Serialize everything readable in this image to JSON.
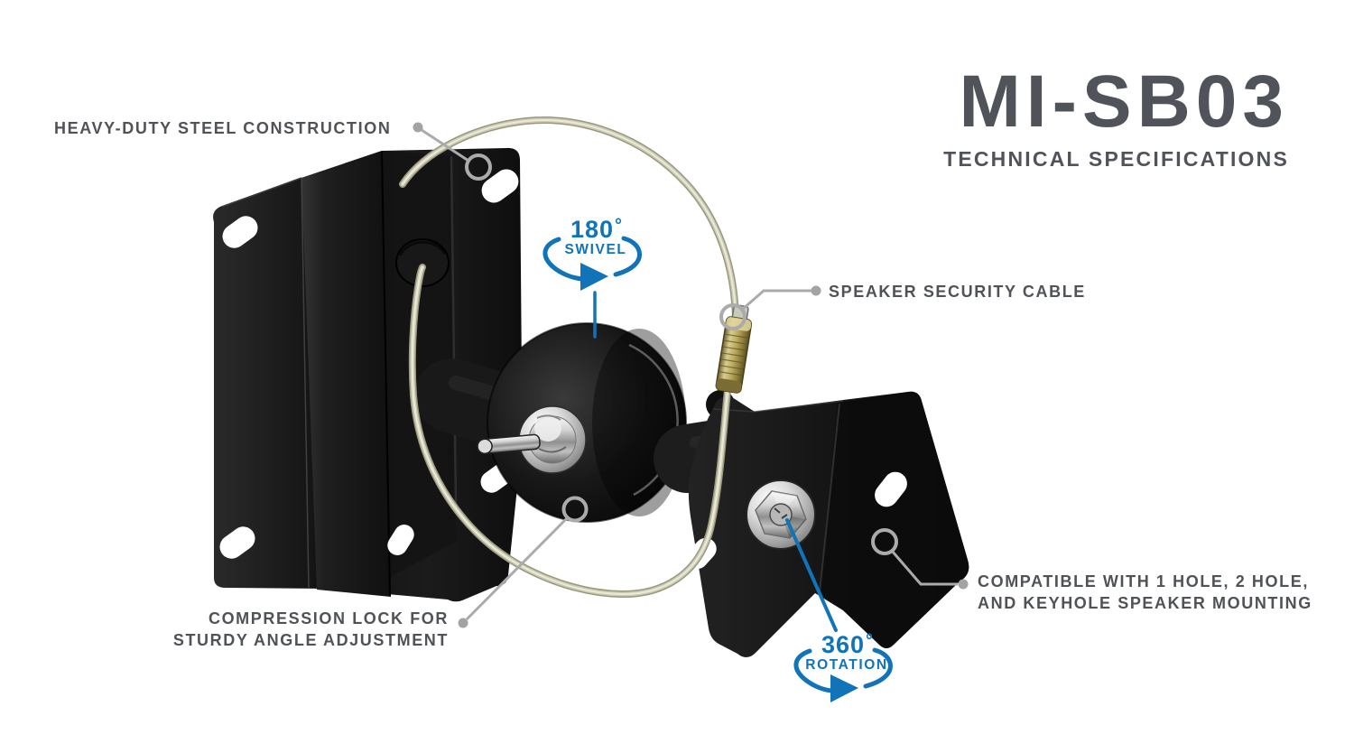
{
  "header": {
    "model": "MI-SB03",
    "subtitle": "TECHNICAL SPECIFICATIONS"
  },
  "callouts": {
    "steel_construction": {
      "label": "HEAVY-DUTY STEEL CONSTRUCTION"
    },
    "security_cable": {
      "label": "SPEAKER SECURITY CABLE"
    },
    "compression_lock": {
      "line1": "COMPRESSION LOCK FOR",
      "line2": "STURDY ANGLE ADJUSTMENT"
    },
    "mounting_compatibility": {
      "line1": "COMPATIBLE WITH 1 HOLE, 2 HOLE,",
      "line2": "AND KEYHOLE SPEAKER MOUNTING"
    }
  },
  "motion_badges": {
    "swivel": {
      "degrees": "180",
      "degree_symbol": "°",
      "label": "SWIVEL"
    },
    "rotation": {
      "degrees": "360",
      "degree_symbol": "°",
      "label": "ROTATION"
    }
  },
  "colors": {
    "accent_blue": "#1173b8",
    "heading_gray": "#50545a",
    "label_gray": "#4f5357",
    "callout_gray": "#ababab",
    "product_black": "#141414",
    "cable_tan": "#ccccb4",
    "brass": "#bfae62",
    "background": "#ffffff"
  }
}
